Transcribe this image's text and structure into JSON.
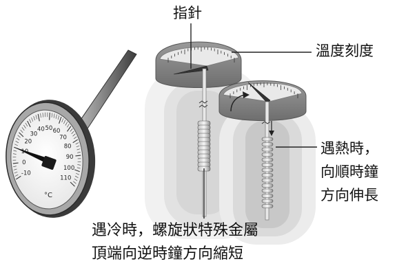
{
  "labels": {
    "pointer": "指針",
    "scale": "溫度刻度",
    "hot_line1": "遇熱時，",
    "hot_line2": "向順時鐘",
    "hot_line3": "方向伸長",
    "cold_line1": "遇冷時，螺旋狀特殊金屬",
    "cold_line2": "頂端向逆時鐘方向縮短"
  },
  "dial": {
    "unit": "°C",
    "scale_labels": [
      "-10",
      "0",
      "10",
      "20",
      "30",
      "40",
      "50",
      "60",
      "70",
      "80",
      "90",
      "100",
      "110"
    ]
  }
}
